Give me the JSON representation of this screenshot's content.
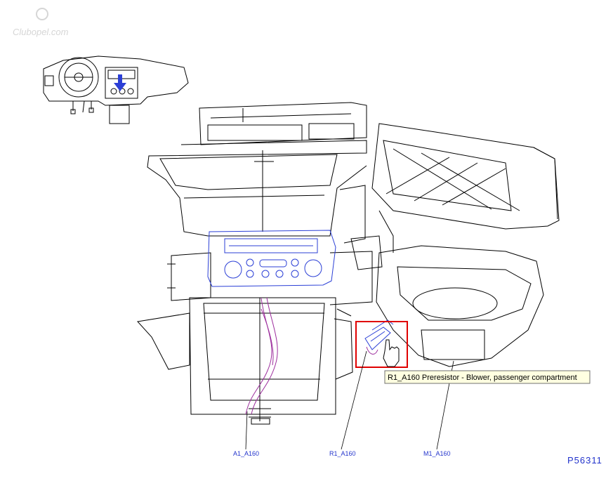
{
  "watermark": {
    "text": "Clubopel.com"
  },
  "tooltip": {
    "text": "R1_A160 Preresistor - Blower, passenger compartment"
  },
  "callouts": [
    {
      "id": "a1",
      "label": "A1_A160"
    },
    {
      "id": "r1",
      "label": "R1_A160"
    },
    {
      "id": "m1",
      "label": "M1_A160"
    }
  ],
  "figure_number": "P56311",
  "colors": {
    "line": "#000000",
    "component_blue": "#2b3fd6",
    "harness_purple": "#9c2c9c",
    "highlight_red": "#e00000",
    "tooltip_bg": "#ffffe1",
    "label_blue": "#2233cc"
  },
  "icons": {
    "pointer": "hand-pointer-icon",
    "locator_arrow": "arrow-down-icon"
  }
}
